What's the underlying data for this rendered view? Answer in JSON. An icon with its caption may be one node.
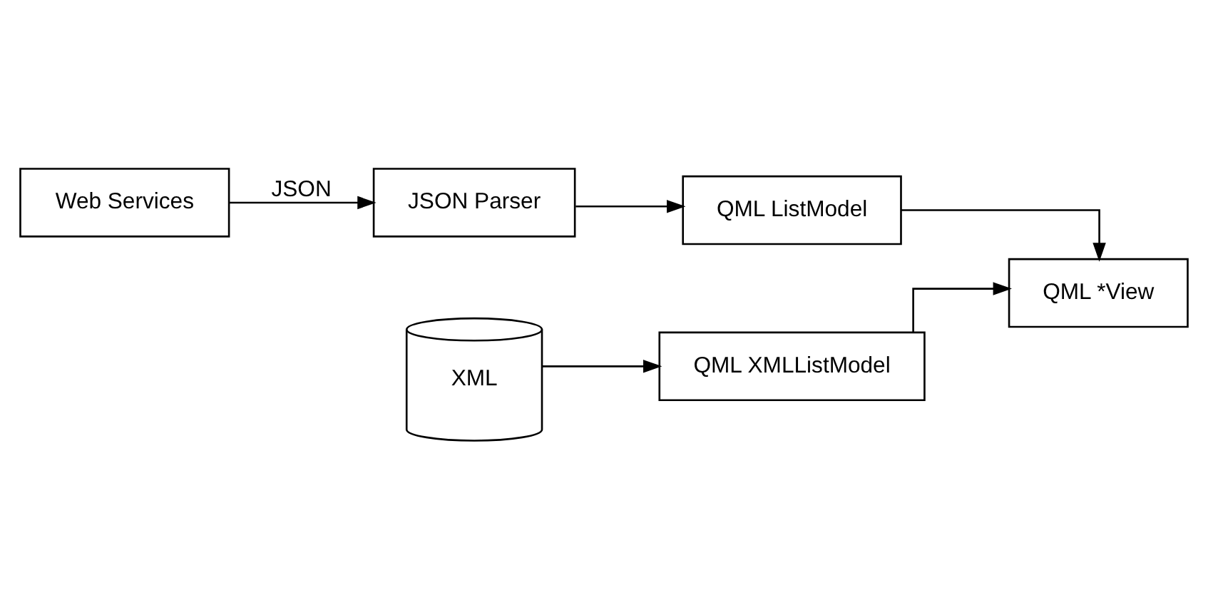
{
  "diagram": {
    "nodes": [
      {
        "text": [
          "Web Services"
        ]
      },
      {
        "text": [
          "JSON Parser"
        ]
      },
      {
        "text": [
          "QML ListModel"
        ]
      },
      {
        "text": [
          "QML *View"
        ]
      },
      {
        "text": [
          "QML XMLListModel"
        ]
      },
      {
        "text": [
          "XML"
        ]
      }
    ],
    "edges": [
      {
        "from": 0,
        "to": 1,
        "arrow": "to",
        "label": "JSON"
      },
      {
        "from": 1,
        "to": 2,
        "arrow": "to"
      },
      {
        "from": 2,
        "to": 3,
        "arrow": "to"
      },
      {
        "from": 4,
        "to": 3,
        "arrow": "to"
      },
      {
        "from": 5,
        "to": 4,
        "arrow": "to"
      }
    ]
  }
}
